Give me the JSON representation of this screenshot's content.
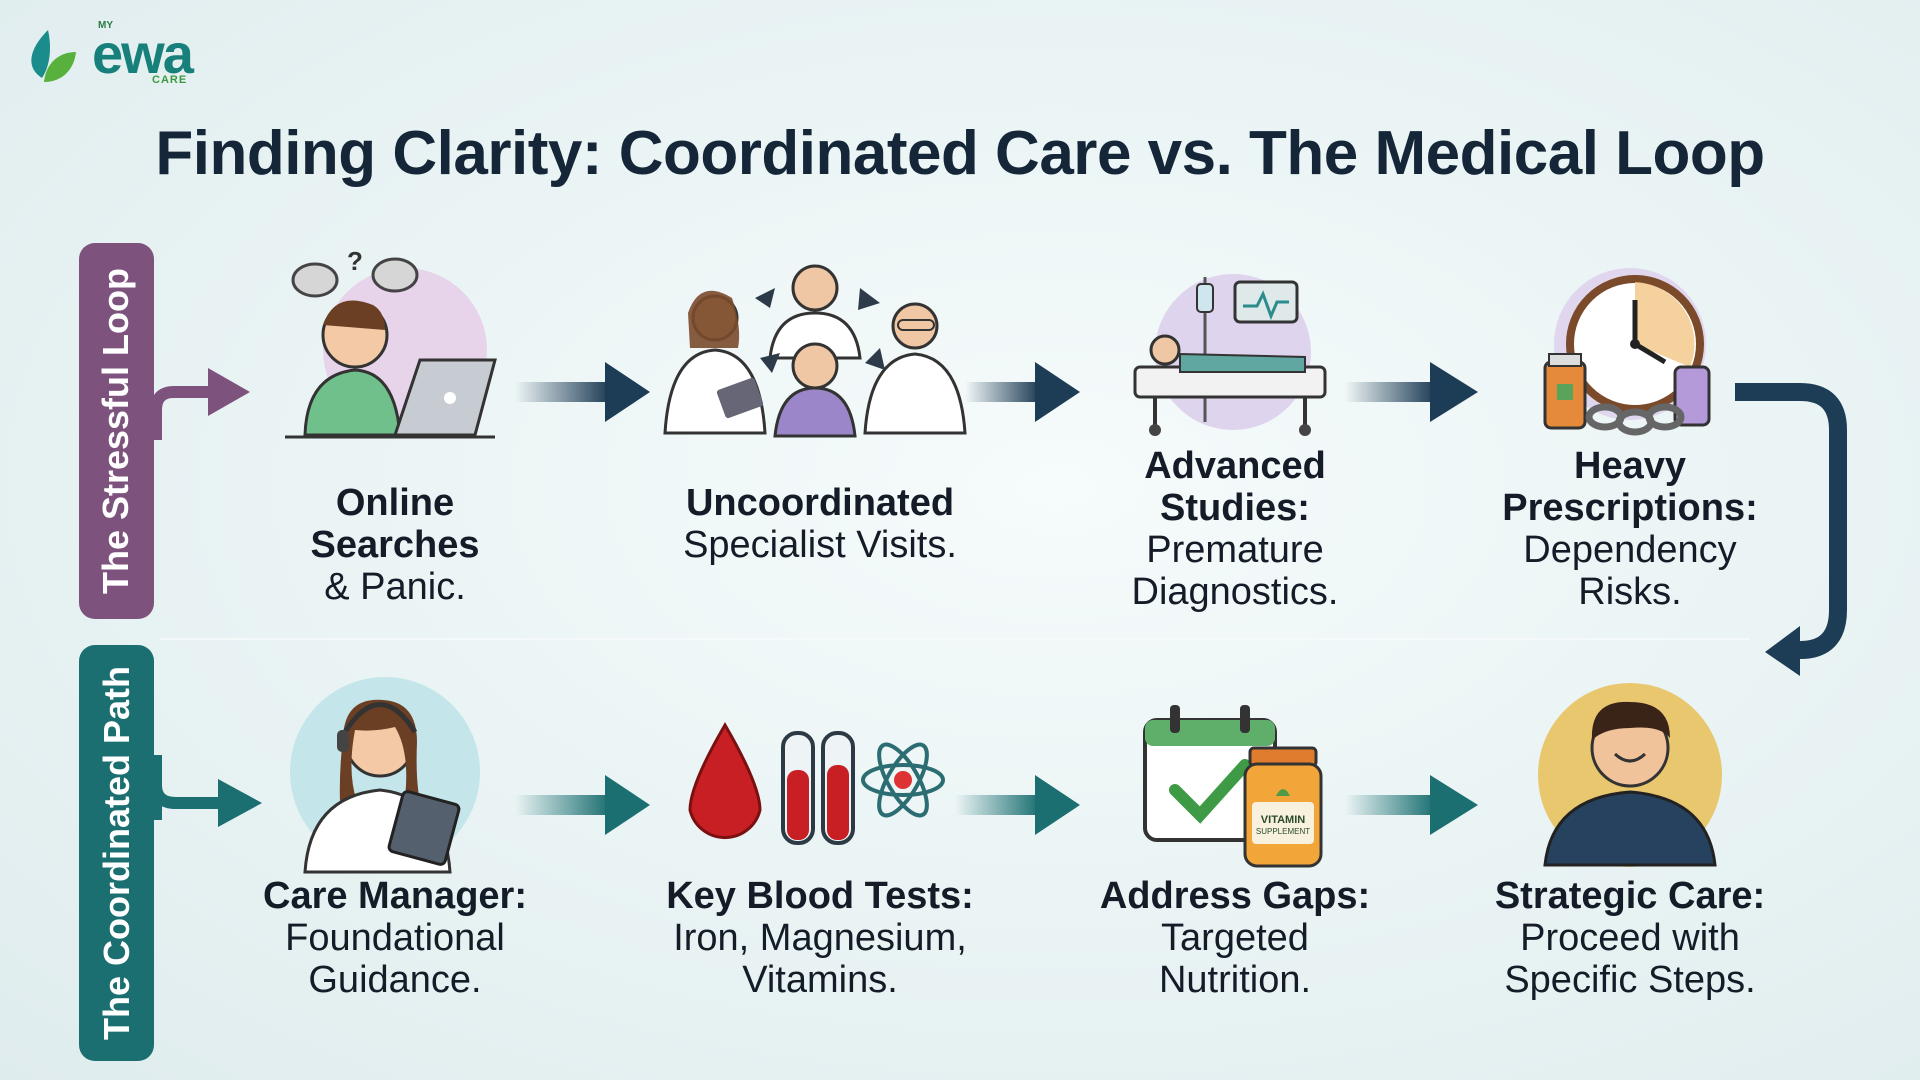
{
  "logo": {
    "my": "MY",
    "name": "ewa",
    "care": "CARE"
  },
  "title": "Finding Clarity: Coordinated Care vs. The Medical Loop",
  "rows": {
    "loop_label": "The Stressful Loop",
    "path_label": "The Coordinated Path"
  },
  "loop_steps": [
    {
      "bold": "Online Searches",
      "text": "& Panic."
    },
    {
      "bold": "Uncoordinated",
      "text": "Specialist Visits."
    },
    {
      "bold": "Advanced Studies:",
      "text": "Premature Diagnostics."
    },
    {
      "bold": "Heavy Prescriptions:",
      "text": "Dependency Risks."
    }
  ],
  "path_steps": [
    {
      "bold": "Care Manager:",
      "text": "Foundational Guidance."
    },
    {
      "bold": "Key Blood Tests:",
      "text": "Iron, Magnesium, Vitamins."
    },
    {
      "bold": "Address Gaps:",
      "text": "Targeted Nutrition."
    },
    {
      "bold": "Strategic Care:",
      "text": "Proceed with Specific Steps."
    }
  ],
  "bottle_label": {
    "line1": "VITAMIN",
    "line2": "SUPPLEMENT"
  },
  "colors": {
    "loop": "#7d527d",
    "path": "#1b6f71",
    "arrow_dark": "#1d3c55",
    "title": "#142637"
  }
}
